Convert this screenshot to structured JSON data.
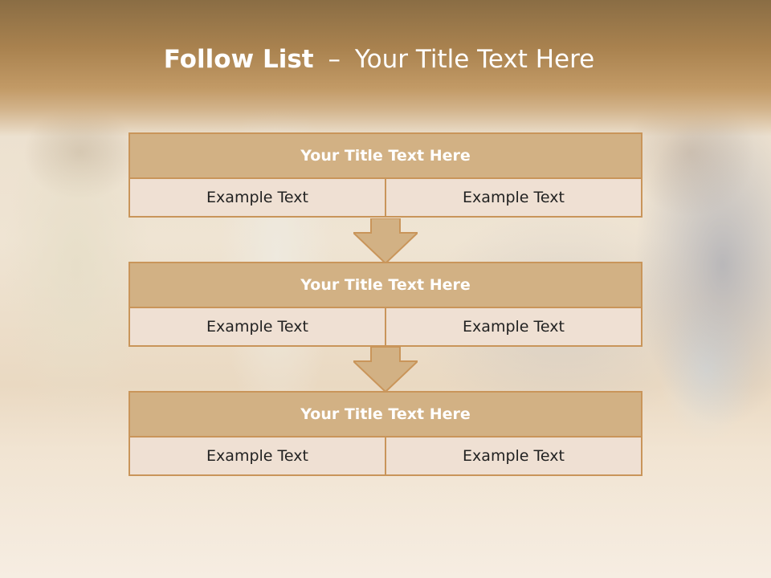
{
  "slide": {
    "title_bold": "Follow List",
    "title_dash": "–",
    "title_rest": "Your Title Text Here",
    "accent_color": "#d2b184",
    "border_color": "#c9955a",
    "cell_color": "#efe0d3"
  },
  "blocks": [
    {
      "title": "Your Title Text Here",
      "left": "Example Text",
      "right": "Example Text"
    },
    {
      "title": "Your Title Text Here",
      "left": "Example Text",
      "right": "Example Text"
    },
    {
      "title": "Your Title Text Here",
      "left": "Example Text",
      "right": "Example Text"
    }
  ],
  "arrows": [
    {
      "icon": "down-arrow-icon"
    },
    {
      "icon": "down-arrow-icon"
    }
  ]
}
